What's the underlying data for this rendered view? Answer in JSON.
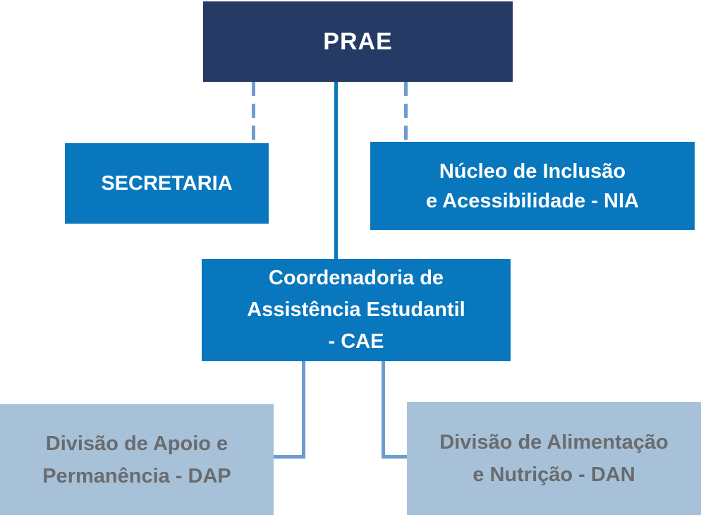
{
  "diagram_type": "org-chart",
  "nodes": {
    "prae": {
      "label": "PRAE",
      "level": 0,
      "style": "dark"
    },
    "secretaria": {
      "label": "SECRETARIA",
      "level": 1,
      "style": "blue"
    },
    "nia": {
      "lines": [
        "Núcleo de Inclusão",
        "e Acessibilidade - NIA"
      ],
      "level": 1,
      "style": "blue"
    },
    "cae": {
      "lines": [
        "Coordenadoria de",
        "Assistência Estudantil",
        "- CAE"
      ],
      "level": 1,
      "style": "blue"
    },
    "dap": {
      "lines": [
        "Divisão de Apoio e",
        "Permanência - DAP"
      ],
      "level": 2,
      "style": "light"
    },
    "dan": {
      "lines": [
        "Divisão de Alimentação",
        "e Nutrição - DAN"
      ],
      "level": 2,
      "style": "light"
    }
  },
  "edges": [
    {
      "from": "prae",
      "to": "secretaria",
      "style": "dashed"
    },
    {
      "from": "prae",
      "to": "nia",
      "style": "dashed"
    },
    {
      "from": "prae",
      "to": "cae",
      "style": "solid"
    },
    {
      "from": "cae",
      "to": "dap",
      "style": "solid-elbow"
    },
    {
      "from": "cae",
      "to": "dan",
      "style": "solid-elbow"
    }
  ],
  "colors": {
    "background": "#FFFFFF",
    "box_dark": "#253A64",
    "box_blue": "#0877BE",
    "box_light": "#A7C2D8",
    "connector_blue": "#0877BE",
    "connector_light": "#6D9BD1",
    "text_white": "#FFFFFF",
    "text_gray": "#6A6B6E"
  }
}
